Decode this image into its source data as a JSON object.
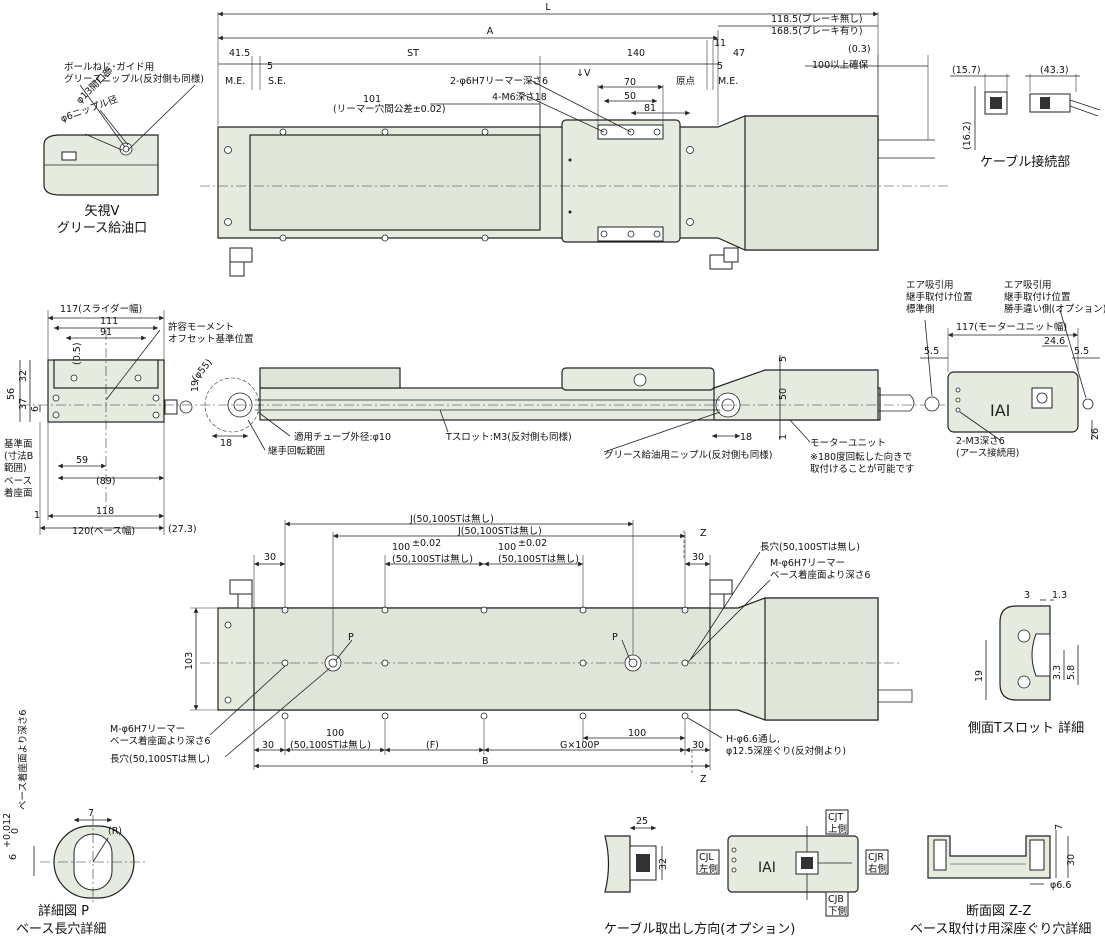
{
  "top_view": {
    "dims": {
      "L": "L",
      "A": "A",
      "brake_off": "118.5(ブレーキ無し)",
      "brake_on": "168.5(ブレーキ有り)",
      "me_left": "41.5",
      "five_left": "5",
      "st": "ST",
      "d140": "140",
      "d11": "11",
      "d47": "47",
      "me_label": "M.E.",
      "se_label": "S.E.",
      "five_right": "5",
      "origin": "原点",
      "me_label2": "M.E.",
      "d03": "(0.3)",
      "clearance": "100以上確保",
      "d70": "70",
      "d50": "50",
      "d81": "81",
      "reamer": "2-φ6H7リーマー深さ6",
      "m6": "4-M6深さ18",
      "arrow_v": "↓V",
      "d101": "101",
      "reamer_tol": "(リーマー穴間公差±0.02)"
    }
  },
  "view_v": {
    "nipple_label_1": "ボールねじ･ガイド用",
    "nipple_label_2": "グリースニップル(反対側も同様)",
    "phi13": "φ13開口部",
    "phi6": "φ6ニップル径",
    "title_1": "矢視V",
    "title_2": "グリース給油口"
  },
  "cable_conn": {
    "d157": "(15.7)",
    "d433": "(43.3)",
    "d162": "(16.2)",
    "title": "ケーブル接続部"
  },
  "side_view": {
    "d117": "117(スライダー幅)",
    "d111": "111",
    "d91": "91",
    "d05": "(0.5)",
    "moment_1": "許容モーメント",
    "moment_2": "オフセット基準位置",
    "d32": "32",
    "d56": "56",
    "d37": "37",
    "d6": "6",
    "d19": "19",
    "phi55": "(φ55)",
    "d18l": "18",
    "d18r": "18",
    "d5": "5",
    "d50": "50",
    "d1": "1",
    "tube": "適用チューブ外径:φ10",
    "joint": "継手回転範囲",
    "tslot": "Tスロット:M3(反対側も同様)",
    "grease": "グリース給油用ニップル(反対側も同様)",
    "motor": "モーターユニット",
    "rotate_1": "※180度回転した向きで",
    "rotate_2": "取付けることが可能です",
    "ref_1": "基準面",
    "ref_2": "(寸法B",
    "ref_3": "範囲)",
    "base_1": "ベース",
    "base_2": "着座面",
    "d59": "59",
    "d89": "(89)",
    "d118": "118",
    "d120": "120(ベース幅)",
    "d273": "(27.3)",
    "d1b": "1"
  },
  "motor_end": {
    "air1_1": "エア吸引用",
    "air1_2": "継手取付け位置",
    "air1_3": "標準側",
    "air2_1": "エア吸引用",
    "air2_2": "継手取付け位置",
    "air2_3": "勝手違い側(オプション)",
    "d117m": "117(モーターユニット幅)",
    "d55l": "5.5",
    "d246": "24.6",
    "d55r": "5.5",
    "d26": "26",
    "m3": "2-M3深さ6",
    "earth": "(アース接続用)"
  },
  "bottom_view": {
    "j1": "J(50,100STは無し)",
    "j2": "J(50,100STは無し)",
    "z_top": "Z",
    "z_bot": "Z",
    "d30a": "30",
    "d30b": "30",
    "d100a": "100",
    "d100b": "100",
    "tol": "±0.02",
    "st50a": "(50,100STは無し)",
    "st50b": "(50,100STは無し)",
    "slot_r": "長穴(50,100STは無し)",
    "reamer_r1": "M-φ6H7リーマー",
    "reamer_r2": "ベース着座面より深さ6",
    "p_left": "P",
    "p_right": "P",
    "d103": "103",
    "reamer_l1": "M-φ6H7リーマー",
    "reamer_l2": "ベース着座面より深さ6",
    "slot_l": "長穴(50,100STは無し)",
    "d30c": "30",
    "d100c": "100",
    "st50c": "(50,100STは無し)",
    "f": "(F)",
    "g": "G×100P",
    "d30d": "30",
    "d100d": "100",
    "b": "B",
    "h1": "H-φ6.6通し,",
    "h2": "φ12.5深座ぐり(反対側より)"
  },
  "tslot_detail": {
    "d3": "3",
    "d13": "1.3",
    "d19": "19",
    "d33": "3.3",
    "d58": "5.8",
    "title": "側面Tスロット 詳細"
  },
  "detail_p": {
    "d7": "7",
    "r": "(R)",
    "tol_1": "6",
    "tol_2": "+0.012",
    "tol_3": "0",
    "depth": "ベース着座面より深さ6",
    "title_1": "詳細図 P",
    "title_2": "ベース長穴詳細"
  },
  "cable_dir": {
    "d25": "25",
    "d32": "32",
    "cjt_1": "CJT",
    "cjt_2": "上側",
    "cjl_1": "CJL",
    "cjl_2": "左側",
    "cjr_1": "CJR",
    "cjr_2": "右側",
    "cjb_1": "CJB",
    "cjb_2": "下側",
    "title": "ケーブル取出し方向(オプション)"
  },
  "section_zz": {
    "d7": "7",
    "d30": "30",
    "phi66": "φ6.6",
    "title_1": "断面図 Z-Z",
    "title_2": "ベース取付け用深座ぐり穴詳細"
  }
}
